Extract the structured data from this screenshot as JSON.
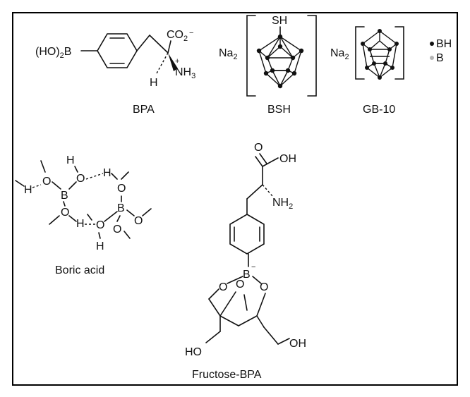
{
  "captions": {
    "bpa": "BPA",
    "bsh": "BSH",
    "gb10": "GB-10",
    "boric_acid": "Boric acid",
    "fructose_bpa": "Fructose-BPA"
  },
  "legend": {
    "bh": "BH",
    "b": "B"
  },
  "colors": {
    "border": "#000000",
    "bh_dot": "#111111",
    "b_dot": "#b5b5b5"
  },
  "bpa": {
    "ho2b_main": "(HO)",
    "ho2b_sub": "2",
    "ho2b_b": "B",
    "co2_main": "CO",
    "co2_sub": "2",
    "co2_charge": "−",
    "nh3_plus": "+",
    "nh3_main": "NH",
    "nh3_sub": "3",
    "h": "H"
  },
  "bsh": {
    "na_main": "Na",
    "na_sub": "2",
    "sh": "SH"
  },
  "gb10": {
    "na_main": "Na",
    "na_sub": "2"
  },
  "boric": {
    "o": "O",
    "h": "H",
    "b": "B"
  },
  "fbpa": {
    "oh": "OH",
    "o": "O",
    "nh2_main": "NH",
    "nh2_sub": "2",
    "b": "B",
    "b_charge": "−",
    "ho": "HO"
  }
}
